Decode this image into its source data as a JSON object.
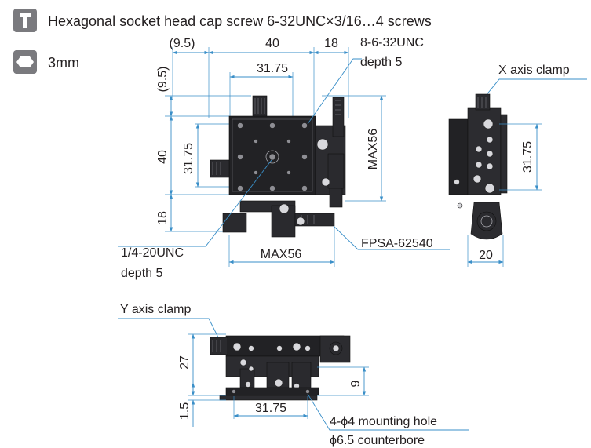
{
  "legend": {
    "screw_text": "Hexagonal socket head cap screw 6-32UNC×3/16…4 screws",
    "hex_key_text": "3mm",
    "screw_icon": "socket-head-screw-icon",
    "hex_icon": "hex-socket-icon"
  },
  "top_view": {
    "dim_9_5_top": "(9.5)",
    "dim_40_top": "40",
    "dim_18_top": "18",
    "dim_31_75_top": "31.75",
    "dim_9_5_left": "(9.5)",
    "dim_40_left": "40",
    "dim_31_75_left": "31.75",
    "dim_18_left": "18",
    "dim_max56_right": "MAX56",
    "dim_max56_bottom": "MAX56",
    "tap_top_label_1": "8-6-32UNC",
    "tap_top_label_2": "depth 5",
    "tap_bottom_label_1": "1/4-20UNC",
    "tap_bottom_label_2": "depth 5",
    "model_label": "FPSA-62540"
  },
  "side_view": {
    "x_clamp_label": "X axis clamp",
    "dim_31_75": "31.75",
    "dim_20": "20"
  },
  "front_view": {
    "y_clamp_label": "Y axis clamp",
    "dim_27": "27",
    "dim_1_5": "1.5",
    "dim_9": "9",
    "dim_31_75": "31.75",
    "mount_label_1": "4-ϕ4 mounting hole",
    "mount_label_2": "ϕ6.5 counterbore"
  },
  "colors": {
    "dimension_line": "#3a8fc8",
    "stage_body": "#222225",
    "text": "#231f20"
  }
}
